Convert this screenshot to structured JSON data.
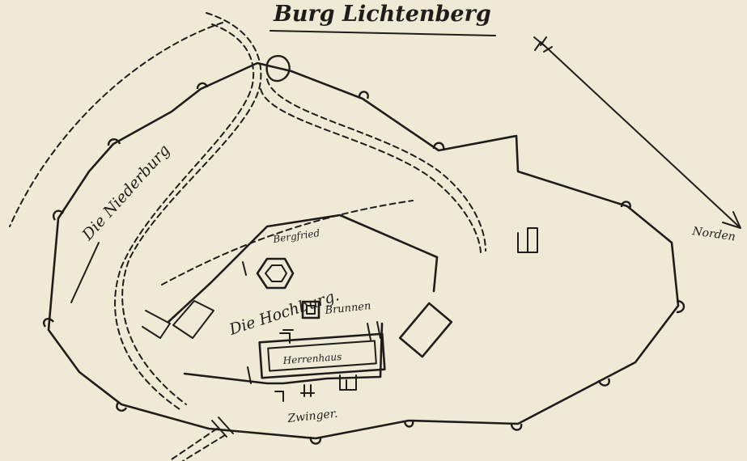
{
  "map": {
    "title": "Burg Lichtenberg",
    "labels": {
      "niederburg": "Die Niederburg",
      "hochburg": "Die Hochburg.",
      "bergfried": "Bergfried",
      "brunnen": "Brunnen",
      "herrenhaus": "Herrenhaus",
      "zwinger": "Zwinger.",
      "norden": "Norden"
    },
    "colors": {
      "ink": "#1f1d1a",
      "paper": "#efead6"
    },
    "icons": {
      "north_arrow": "north-arrow-icon"
    }
  }
}
